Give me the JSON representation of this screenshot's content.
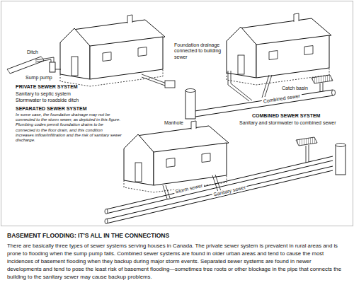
{
  "diagram": {
    "title": "BASEMENT FLOODING: IT'S ALL IN THE CONNECTIONS",
    "caption": "There are basically three types of sewer systems serving houses in Canada. The private sewer system is prevalent in rural areas and is prone to flooding when the sump pump fails. Combined sewer systems are found in older urban areas and tend to cause the most incidences of basement flooding when they backup during major storm events. Separated sewer systems are found in newer developments and tend to pose the least risk of basement flooding—sometimes tree roots or other blockage in the pipe that connects the building to the sanitary sewer may cause backup problems.",
    "labels": [
      "Ditch",
      "Sump pump",
      "PRIVATE SEWER SYSTEM",
      "Sanitary to septic system",
      "Stormwater to roadside ditch",
      "Foundation drainage connected to building sewer",
      "Catch basin",
      "Manhole",
      "Combined sewer",
      "COMBINED SEWER SYSTEM",
      "Sanitary and stormwater to combined sewer",
      "SEPARATED SEWER SYSTEM",
      "In some case, the foundation drainage may not be connected to the storm sewer, as depicted in this figure. Plumbing codes permit foundation drains to be connected to the floor drain, and this condition increases inflow/infiltration and the risk of sanitary sewer discharge.",
      "Storm sewer",
      "Sanitary sewer"
    ]
  }
}
